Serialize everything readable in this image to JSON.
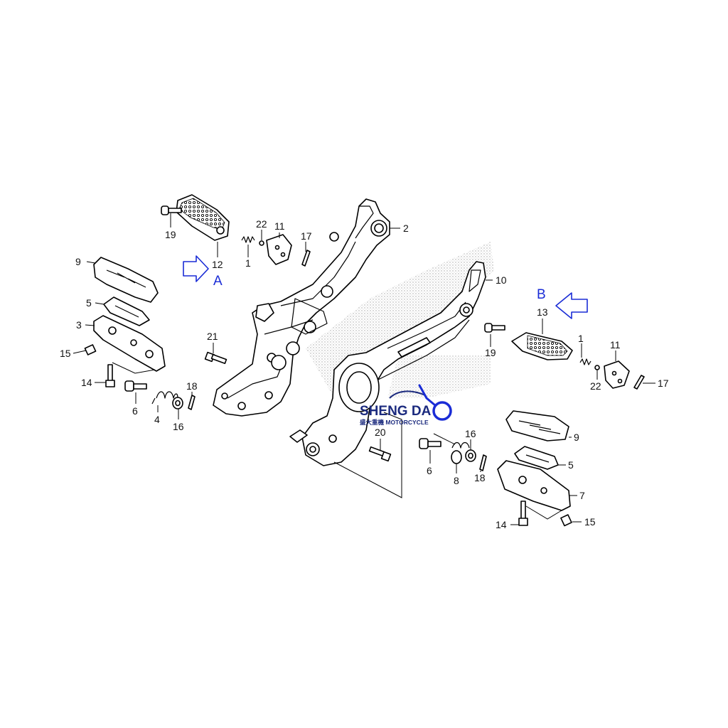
{
  "diagram": {
    "view_markers": {
      "a": "A",
      "b": "B"
    },
    "watermark": {
      "brand": "SHENG DA",
      "subtitle": "盛大重機 MOTORCYCLE",
      "emblem": "motorcycle-logo-icon"
    },
    "colors": {
      "ink": "#000000",
      "marker_blue": "#1a2cd6",
      "brand_navy": "#1b2a7e",
      "shading": "#9a9a9a"
    },
    "part_labels": {
      "p19_left": "19",
      "p12": "12",
      "p1_left": "1",
      "p22_left": "22",
      "p11_left": "11",
      "p17_left": "17",
      "p2": "2",
      "p9_left": "9",
      "p5_left": "5",
      "p3": "3",
      "p15_left": "15",
      "p14_left": "14",
      "p6_left": "6",
      "p4": "4",
      "p16_left": "16",
      "p18_left": "18",
      "p21": "21",
      "p10": "10",
      "p13": "13",
      "p19_right": "19",
      "p1_right": "1",
      "p11_right": "11",
      "p22_right": "22",
      "p17_right": "17",
      "p20": "20",
      "p16_right": "16",
      "p9_right": "9",
      "p6_right": "6",
      "p8": "8",
      "p18_right": "18",
      "p5_right": "5",
      "p7": "7",
      "p14_right": "14",
      "p15_right": "15"
    }
  }
}
